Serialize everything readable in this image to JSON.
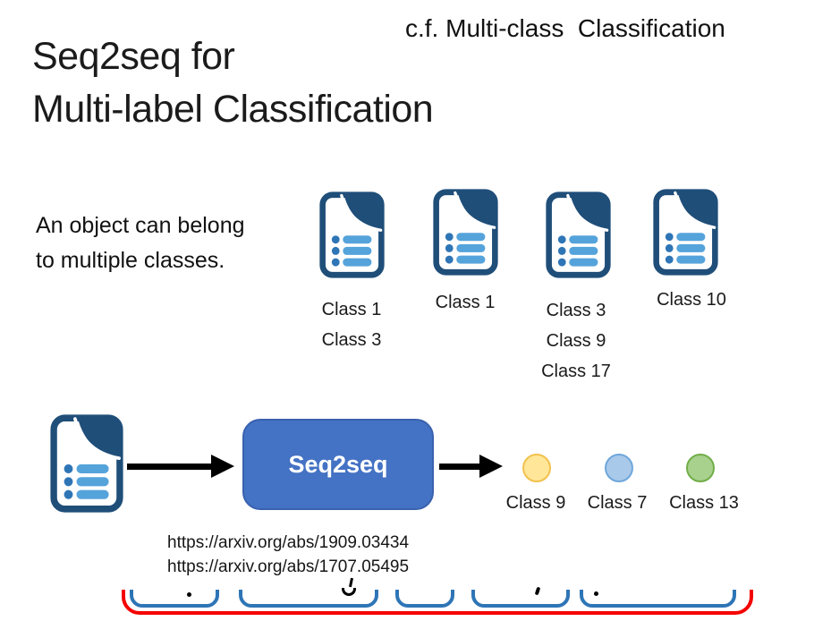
{
  "slide": {
    "title_line1": "Seq2seq for",
    "title_line2": "Multi-label Classification",
    "corner_note": "c.f. Multi-class  Classification",
    "intro_text": "An object can belong\nto multiple classes.",
    "examples": [
      {
        "labels": [
          "Class 1",
          "Class 3"
        ]
      },
      {
        "labels": [
          "Class 1"
        ]
      },
      {
        "labels": [
          "Class 3",
          "Class 9",
          "Class 17"
        ]
      },
      {
        "labels": [
          "Class 10"
        ]
      }
    ],
    "pipeline": {
      "model_label": "Seq2seq",
      "outputs": [
        {
          "label": "Class 9",
          "fill": "#FFE699",
          "border": "#F2C14E"
        },
        {
          "label": "Class 7",
          "fill": "#A9C9EA",
          "border": "#6FA7DB"
        },
        {
          "label": "Class 13",
          "fill": "#A9D18E",
          "border": "#70AD47"
        }
      ]
    },
    "references": [
      "https://arxiv.org/abs/1909.03434",
      "https://arxiv.org/abs/1707.05495"
    ],
    "colors": {
      "model_box_blue": "#4472C4",
      "doc_icon_navy": "#1F4E79",
      "doc_icon_bar_blue": "#55A3DB",
      "doc_icon_dot_blue": "#2E75B6",
      "bottom_frame_red": "#F40000",
      "bottom_inner_box_blue": "#2E75B6",
      "arrow_black": "#000000"
    }
  }
}
